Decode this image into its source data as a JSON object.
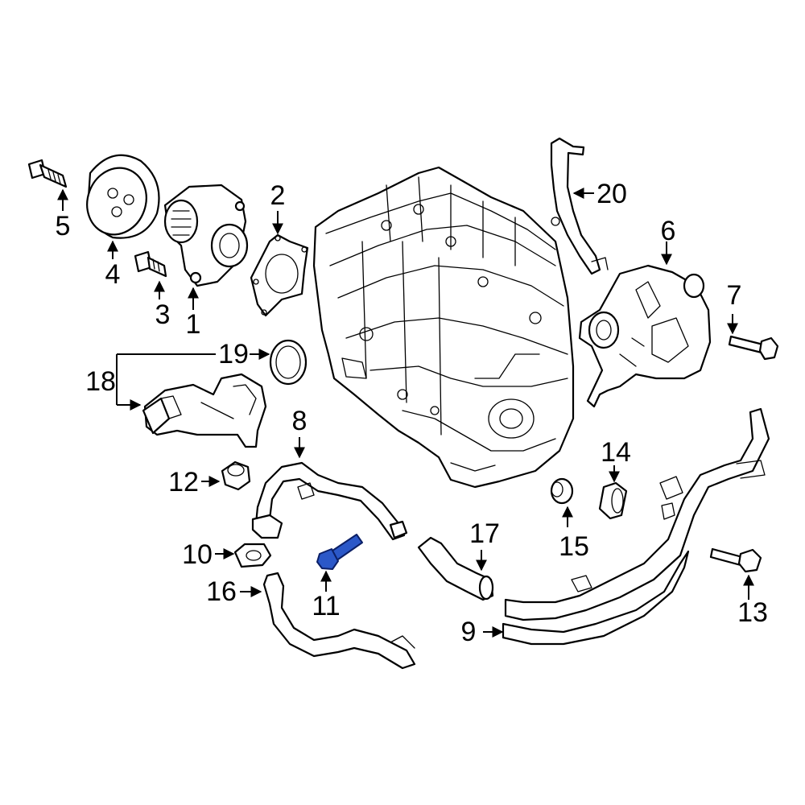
{
  "highlight_color": "#2b58c8",
  "callouts": {
    "c1": "1",
    "c2": "2",
    "c3": "3",
    "c4": "4",
    "c5": "5",
    "c6": "6",
    "c7": "7",
    "c8": "8",
    "c9": "9",
    "c10": "10",
    "c11": "11",
    "c12": "12",
    "c13": "13",
    "c14": "14",
    "c15": "15",
    "c16": "16",
    "c17": "17",
    "c18": "18",
    "c19": "19",
    "c20": "20"
  },
  "highlighted_part": "11"
}
